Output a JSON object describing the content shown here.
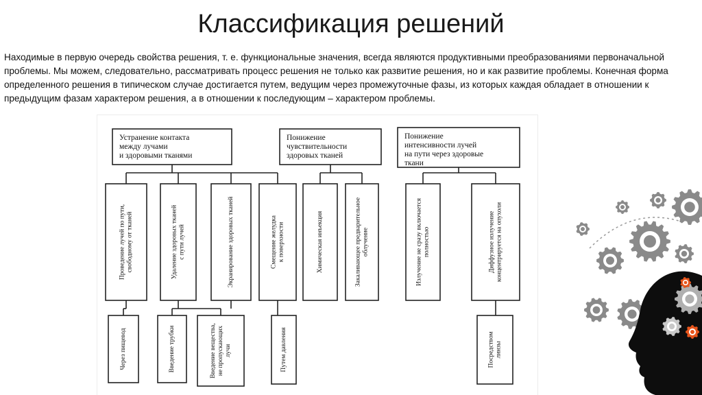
{
  "slide": {
    "title": "Классификация решений",
    "body": "Находимые в первую очередь свойства решения, т. е. функциональные значения, всегда являются продуктивными преобразованиями первоначальной проблемы. Мы можем, следовательно, рассматривать процесс решения не только как развитие решения, но и как развитие проблемы. Конечная форма определенного решения в типическом случае достигается путем, ведущим через промежуточные фазы, из которых каждая обладает в отношении к предыдущим фазам характером решения, а в отношении к последующим – характером проблемы."
  },
  "diagram": {
    "top_boxes": [
      [
        "Устранение контакта",
        "между лучами",
        "и здоровыми тканями"
      ],
      [
        "Понижение",
        "чувствительности",
        "здоровых тканей"
      ],
      [
        "Понижение",
        "интенсивности лучей",
        "на пути через здоровые",
        "ткани"
      ]
    ],
    "mid_boxes": [
      [
        "Проведение лучей по пути,",
        "свободному от тканей"
      ],
      [
        "Удаление здоровых тканей",
        "с пути лучей"
      ],
      [
        "Экранирование здоровых тканей"
      ],
      [
        "Смещение желудка",
        "к поверхности"
      ],
      [
        "Химическая инъекция"
      ],
      [
        "Закаливающее предварительное",
        "облучение"
      ],
      [
        "Излучение не сразу включается",
        "полностью"
      ],
      [
        "Диффузное излучение",
        "концентрируется на опухоли"
      ]
    ],
    "bottom_boxes": [
      [
        "Через пищевод"
      ],
      [
        "Введение трубки"
      ],
      [
        "Введение вещества,",
        "не пропускающих",
        "лучи"
      ],
      [
        "Путем давления"
      ],
      [
        "Посредством",
        "линзы"
      ]
    ]
  },
  "decor": {
    "icon": "head-with-gears-icon",
    "gear_color": "#8a8a8a",
    "head_color": "#0d0d0d",
    "accent": "#e8551c"
  }
}
